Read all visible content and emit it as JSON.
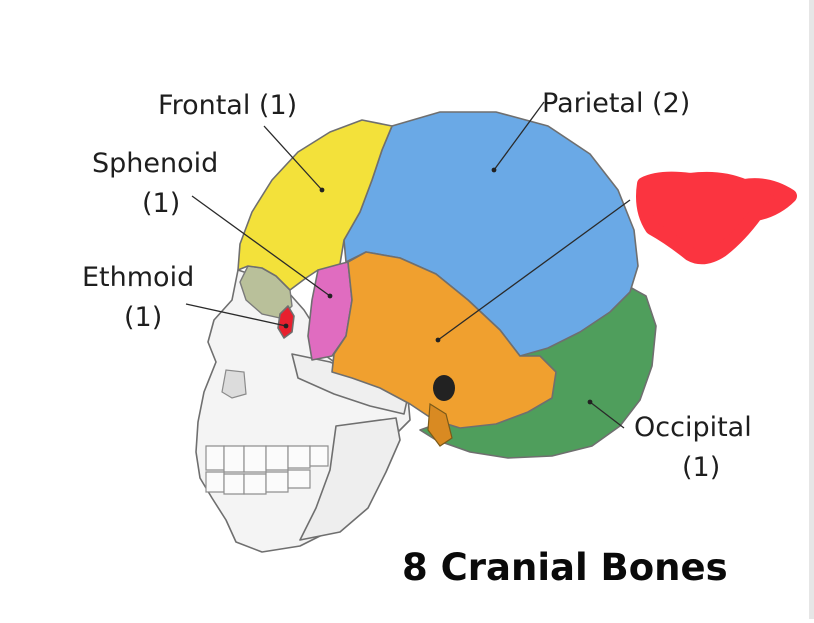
{
  "diagram": {
    "title": "8 Cranial Bones",
    "labels": {
      "frontal": "Frontal (1)",
      "parietal": "Parietal (2)",
      "sphenoid_line1": "Sphenoid",
      "sphenoid_line2": "(1)",
      "ethmoid_line1": "Ethmoid",
      "ethmoid_line2": "(1)",
      "occipital_line1": "Occipital",
      "occipital_line2": "(1)"
    },
    "colors": {
      "frontal": "#f3e13a",
      "parietal": "#6aa9e6",
      "temporal": "#f0a02f",
      "sphenoid": "#e06cc0",
      "ethmoid": "#e8202e",
      "occipital": "#4f9e5c",
      "skull": "#f4f4f4",
      "scribble": "#fb3440"
    }
  }
}
